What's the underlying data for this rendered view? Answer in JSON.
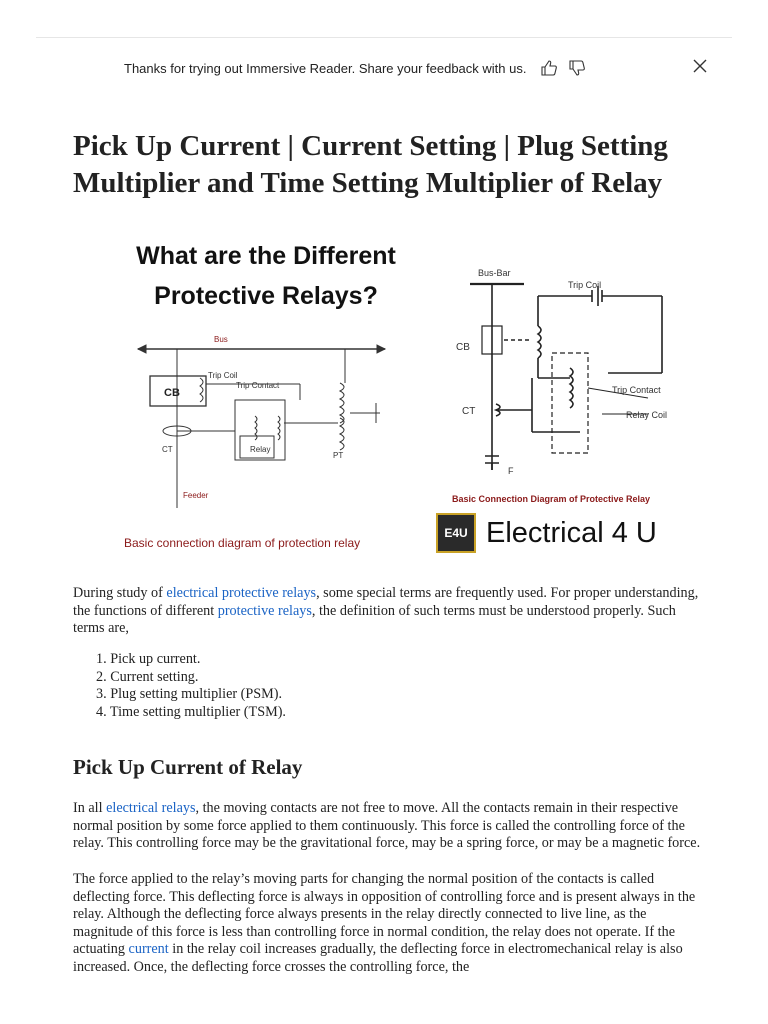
{
  "feedback_bar": {
    "message": "Thanks for trying out Immersive Reader. Share your feedback with us.",
    "icons": [
      "thumbs-up-icon",
      "thumbs-down-icon",
      "close-icon"
    ]
  },
  "article": {
    "title": "Pick Up Current | Current Setting | Plug Setting Multiplier and Time Setting Multiplier of Relay",
    "image": {
      "heading": "What are the Different Protective Relays?",
      "left_diagram": {
        "bus": "Bus",
        "cb": "CB",
        "trip_coil": "Trip Coil",
        "trip_contact": "Trip Contact",
        "ct": "CT",
        "relay": "Relay",
        "pt": "PT",
        "feeder": "Feeder",
        "caption": "Basic connection diagram of protection relay"
      },
      "right_diagram": {
        "bus_bar": "Bus-Bar",
        "trip_coil": "Trip Coil",
        "cb": "CB",
        "trip_contact": "Trip Contact",
        "ct": "CT",
        "relay_coil": "Relay Coil",
        "f": "F",
        "caption": "Basic Connection Diagram of Protective Relay"
      },
      "brand_logo": "E4U",
      "brand_name": "Electrical 4 U"
    },
    "intro": {
      "t1": "During study of ",
      "link1": "electrical protective relays",
      "t2": ", some special terms are frequently used. For proper understanding, the functions of different ",
      "link2": "protective relays",
      "t3": ", the definition of such terms must be understood properly. Such terms are,"
    },
    "terms": [
      "1. Pick up current.",
      "2. Current setting.",
      "3. Plug setting multiplier (PSM).",
      "4. Time setting multiplier (TSM)."
    ],
    "section1_title": "Pick Up Current of Relay",
    "para1": {
      "t1": "In all ",
      "link1": "electrical relays",
      "t2": ", the moving contacts are not free to move. All the contacts remain in their respective normal position by some force applied to them continuously. This force is called the controlling force of the relay. This controlling force may be the gravitational force, may be a spring force, or may be a magnetic force."
    },
    "para2": {
      "t1": "The force applied to the relay’s moving parts for changing the normal position of the contacts is called deflecting force. This deflecting force is always in opposition of controlling force and is present always in the relay. Although the deflecting force always presents in the relay directly connected to live line, as the magnitude of this force is less than controlling force in normal condition, the relay does not operate. If the actuating ",
      "link1": "current",
      "t2": " in the relay coil increases gradually, the deflecting force in electromechanical relay is also increased. Once, the deflecting force crosses the controlling force, the"
    }
  }
}
